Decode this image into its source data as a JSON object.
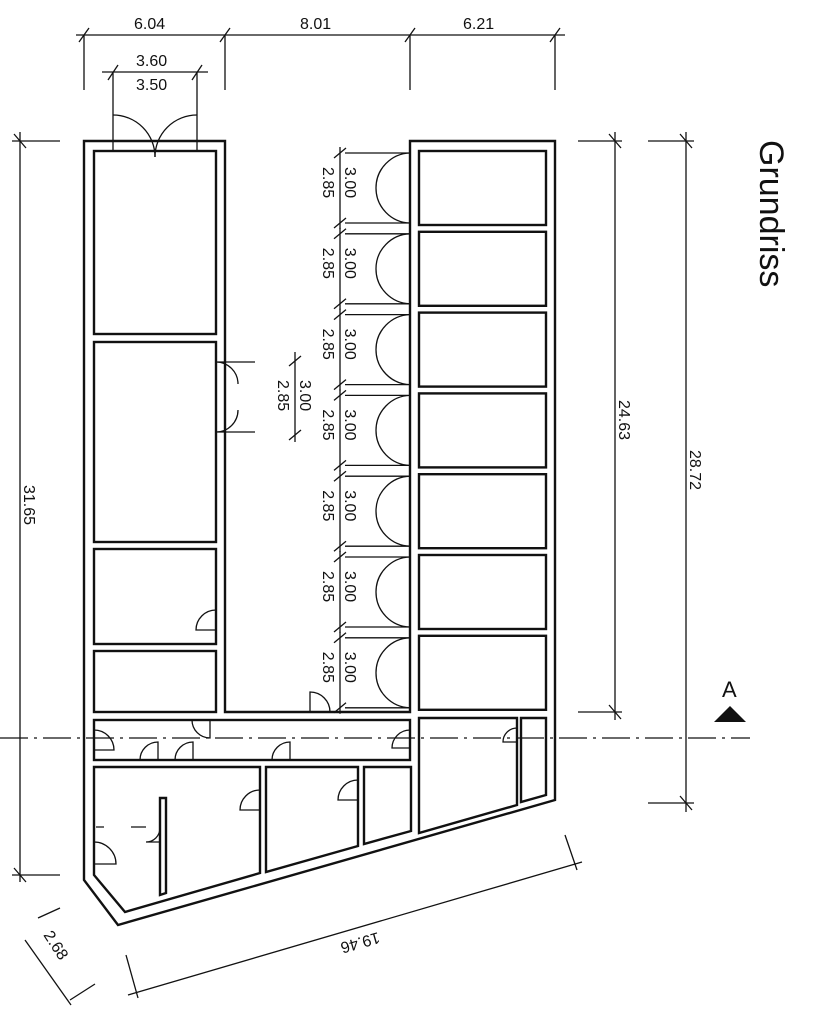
{
  "title": "Grundriss",
  "section_marker": "A",
  "dimensions": {
    "top_segments": [
      "6.04",
      "8.01",
      "6.21"
    ],
    "entrance_upper": "3.60",
    "entrance_lower": "3.50",
    "left_total": "31.65",
    "right_inner": "24.63",
    "right_total": "28.72",
    "bottom_diagonal": "19.46",
    "corner_chamfer": "2.68",
    "door_opening_outer": "3.00",
    "door_opening_inner": "2.85"
  },
  "right_wing_room_count": 7
}
